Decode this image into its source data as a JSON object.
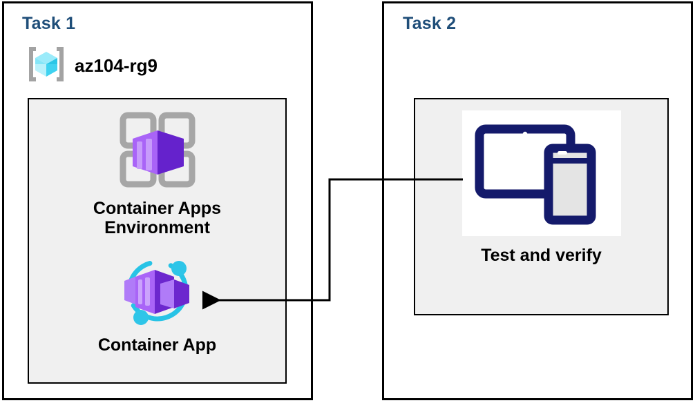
{
  "diagram": {
    "title_color": "#1F4E79",
    "background": "#ffffff",
    "inner_panel_color": "#f0f0f0",
    "connector_color": "#000000"
  },
  "task1": {
    "label": "Task 1",
    "resource_group": {
      "name": "az104-rg9",
      "icon": "resource-group-icon"
    },
    "resources": [
      {
        "name": "Container Apps\nEnvironment",
        "icon": "container-apps-environment-icon"
      },
      {
        "name": "Container App",
        "icon": "container-app-icon"
      }
    ]
  },
  "task2": {
    "label": "Task 2",
    "resources": [
      {
        "name": "Test and verify",
        "icon": "devices-test-verify-icon"
      }
    ]
  },
  "connector": {
    "from": "Test and verify",
    "to": "Container App",
    "arrow_direction": "left",
    "style": "elbow"
  }
}
